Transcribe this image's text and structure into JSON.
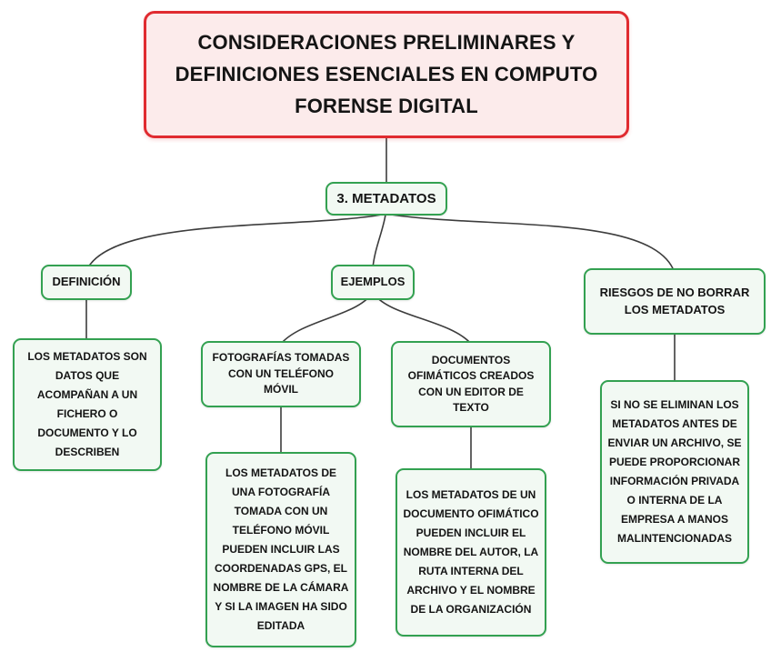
{
  "colors": {
    "title_border": "#e02b30",
    "title_bg": "#fcebeb",
    "node_border": "#33a151",
    "node_bg": "#f2f9f3",
    "line": "#3d3d3d",
    "text": "#141414"
  },
  "diagram": {
    "title": "CONSIDERACIONES PRELIMINARES Y DEFINICIONES ESENCIALES EN COMPUTO FORENSE DIGITAL",
    "root": {
      "label": "3. METADATOS"
    },
    "definicion": {
      "label": "DEFINICIÓN",
      "detail": "LOS METADATOS SON DATOS QUE ACOMPAÑAN A UN FICHERO O DOCUMENTO Y LO DESCRIBEN"
    },
    "ejemplos": {
      "label": "EJEMPLOS",
      "fotografias": {
        "label": "FOTOGRAFÍAS TOMADAS CON UN TELÉFONO MÓVIL",
        "detail": "LOS METADATOS DE UNA FOTOGRAFÍA TOMADA CON UN TELÉFONO MÓVIL PUEDEN INCLUIR LAS COORDENADAS GPS, EL NOMBRE DE LA CÁMARA Y SI LA IMAGEN HA SIDO EDITADA"
      },
      "documentos": {
        "label": "DOCUMENTOS OFIMÁTICOS CREADOS CON UN EDITOR DE TEXTO",
        "detail": "LOS METADATOS DE UN DOCUMENTO OFIMÁTICO PUEDEN INCLUIR EL NOMBRE DEL AUTOR, LA RUTA INTERNA DEL ARCHIVO Y EL NOMBRE DE LA ORGANIZACIÓN"
      }
    },
    "riesgos": {
      "label": "RIESGOS DE NO BORRAR LOS METADATOS",
      "detail": "SI NO SE ELIMINAN LOS METADATOS ANTES DE ENVIAR UN ARCHIVO, SE PUEDE PROPORCIONAR INFORMACIÓN PRIVADA O INTERNA DE LA EMPRESA A MANOS MALINTENCIONADAS"
    }
  }
}
